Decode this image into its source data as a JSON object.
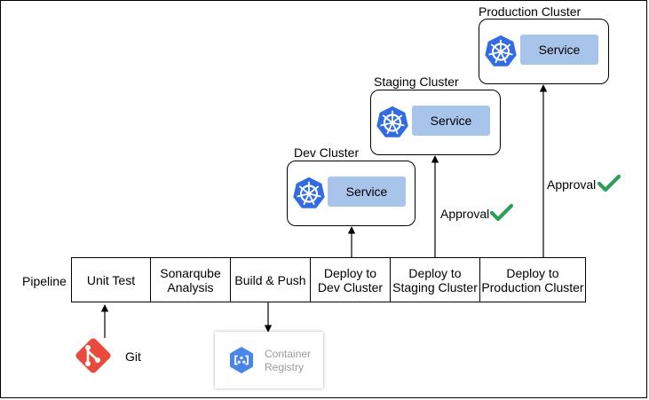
{
  "clusters": {
    "production": {
      "title": "Production Cluster",
      "service": "Service"
    },
    "staging": {
      "title": "Staging Cluster",
      "service": "Service"
    },
    "dev": {
      "title": "Dev Cluster",
      "service": "Service"
    }
  },
  "approvals": {
    "staging": "Approval",
    "production": "Approval"
  },
  "pipeline": {
    "label": "Pipeline",
    "stages": [
      {
        "label": "Unit Test"
      },
      {
        "label": "Sonarqube\nAnalysis"
      },
      {
        "label": "Build & Push"
      },
      {
        "label": "Deploy to\nDev Cluster"
      },
      {
        "label": "Deploy to\nStaging Cluster"
      },
      {
        "label": "Deploy to\nProduction Cluster"
      }
    ]
  },
  "git": {
    "label": "Git"
  },
  "registry": {
    "label": "Container\nRegistry"
  },
  "colors": {
    "service": "#a9c4eb",
    "k8s": "#326ce5",
    "check": "#2e9e57",
    "git": "#e84a3c",
    "registry": "#4a86e8"
  },
  "icons": [
    "kubernetes-icon",
    "git-icon",
    "container-registry-icon",
    "checkmark-icon"
  ]
}
